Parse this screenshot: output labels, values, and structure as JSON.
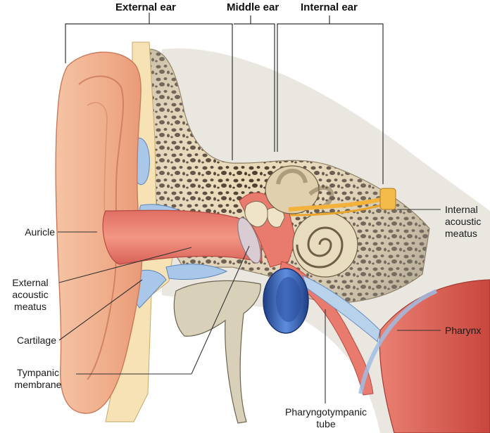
{
  "sections": {
    "external": "External ear",
    "middle": "Middle ear",
    "internal": "Internal ear"
  },
  "labels": {
    "auricle": "Auricle",
    "eam_1": "External",
    "eam_2": "acoustic",
    "eam_3": "meatus",
    "cartilage": "Cartilage",
    "tym_1": "Tympanic",
    "tym_2": "membrane",
    "iam_1": "Internal",
    "iam_2": "acoustic",
    "iam_3": "meatus",
    "pharynx": "Pharynx",
    "pt_1": "Pharyngotympanic",
    "pt_2": "tube"
  },
  "colors": {
    "skin": "#f2b896",
    "cartilage": "#f6e2b4",
    "bone": "#e8d9b8",
    "mucosa": "#e87a6e",
    "vessel": "#3f6fc0",
    "nerve": "#f2b23c",
    "leader": "#333333"
  }
}
